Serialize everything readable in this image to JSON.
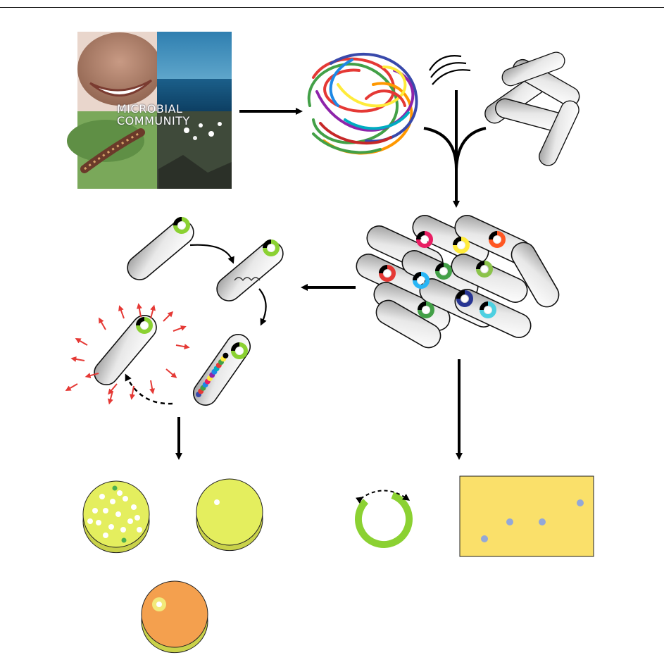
{
  "photo_panel": {
    "label_line1": "MICROBIAL",
    "label_line2": "COMMUNITY"
  },
  "colors": {
    "dna_strands": [
      "#e53935",
      "#ff9800",
      "#ffeb3b",
      "#43a047",
      "#1e88e5",
      "#3949ab",
      "#8e24aa",
      "#00acc1",
      "#c62828"
    ],
    "plasmid_markers": [
      "#e53935",
      "#e91e63",
      "#ffeb3b",
      "#ff5722",
      "#29b6f6",
      "#43a047",
      "#8bc34a",
      "#283593",
      "#4dd0e1"
    ],
    "reporter_green": "#8bd132",
    "secretion_arrow": "#e53935",
    "plate_yellow": "#e4ee5e",
    "plate_orange": "#f4a04e",
    "assay_panel": "#fae06a",
    "assay_dots": "#93a8d8"
  },
  "icons": [
    "photo-collage",
    "dna-tangle",
    "sonication-waves",
    "host-cells",
    "library-cells",
    "expression-cell",
    "secretion-cell",
    "agar-plate",
    "plasmid-ring",
    "assay-panel"
  ]
}
